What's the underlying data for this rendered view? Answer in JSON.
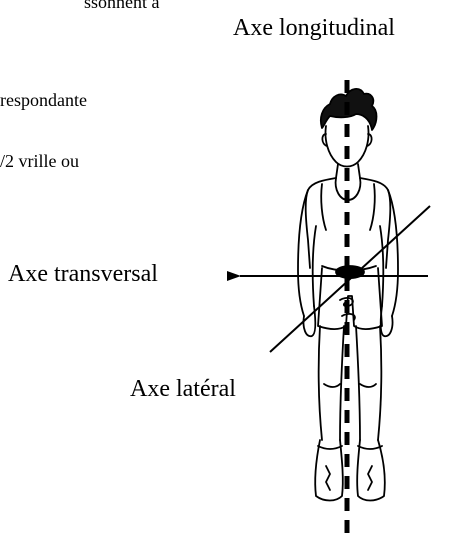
{
  "text_fragments": {
    "line_1": "ssonnent à",
    "line_2": "respondante",
    "line_3": "/2  vrille  ou"
  },
  "labels": {
    "longitudinal": "Axe longitudinal",
    "transversal": "Axe transversal",
    "lateral": "Axe latéral"
  }
}
